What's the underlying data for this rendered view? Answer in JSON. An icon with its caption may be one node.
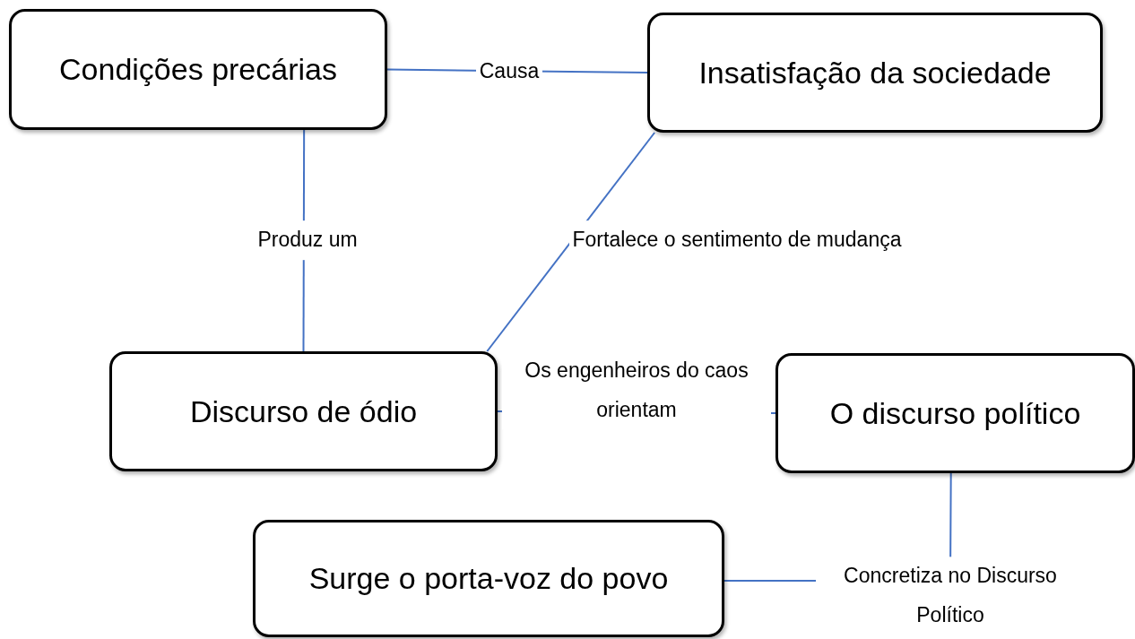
{
  "diagram": {
    "nodes": [
      {
        "text": [
          "Condições precárias"
        ]
      },
      {
        "text": [
          "Insatisfação da sociedade"
        ]
      },
      {
        "text": [
          "Discurso de ódio"
        ]
      },
      {
        "text": [
          "O discurso político"
        ]
      },
      {
        "text": [
          "Surge o porta-voz do povo"
        ]
      }
    ],
    "edges": [
      {
        "from": 0,
        "to": 1,
        "arrow": "none",
        "label": "Causa"
      },
      {
        "from": 0,
        "to": 2,
        "arrow": "none",
        "label": "Produz um"
      },
      {
        "from": 1,
        "to": 2,
        "arrow": "none",
        "label": "Fortalece o sentimento de mudança"
      },
      {
        "from": 2,
        "to": 3,
        "arrow": "none",
        "label": "Os engenheiros do caos orientam"
      },
      {
        "from": 3,
        "to": 4,
        "arrow": "none",
        "label": "Concretiza no Discurso Político"
      }
    ]
  }
}
